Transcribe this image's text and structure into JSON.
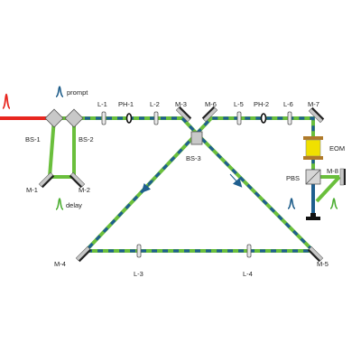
{
  "diagram": {
    "colors": {
      "green_beam": "#6abf3c",
      "blue_dash": "#1f5f8f",
      "red_beam": "#e8261f",
      "mirror_fill": "#c8c8c8",
      "mirror_back": "#222222",
      "eom_yellow": "#f0e000",
      "prompt_pulse": "#1e5d8a",
      "delay_pulse": "#4cae32"
    },
    "labels": {
      "bs1": "BS-1",
      "bs2": "BS-2",
      "bs3": "BS-3",
      "m1": "M-1",
      "m2": "M-2",
      "m3": "M-3",
      "m4": "M-4",
      "m5": "M-5",
      "m6": "M-6",
      "m7": "M-7",
      "m8": "M-8",
      "l1": "L-1",
      "l2": "L-2",
      "l3": "L-3",
      "l4": "L-4",
      "l5": "L-5",
      "l6": "L-6",
      "ph1": "PH-1",
      "ph2": "PH-2",
      "eom": "EOM",
      "pbs": "PBS",
      "prompt": "prompt",
      "delay": "delay"
    }
  }
}
